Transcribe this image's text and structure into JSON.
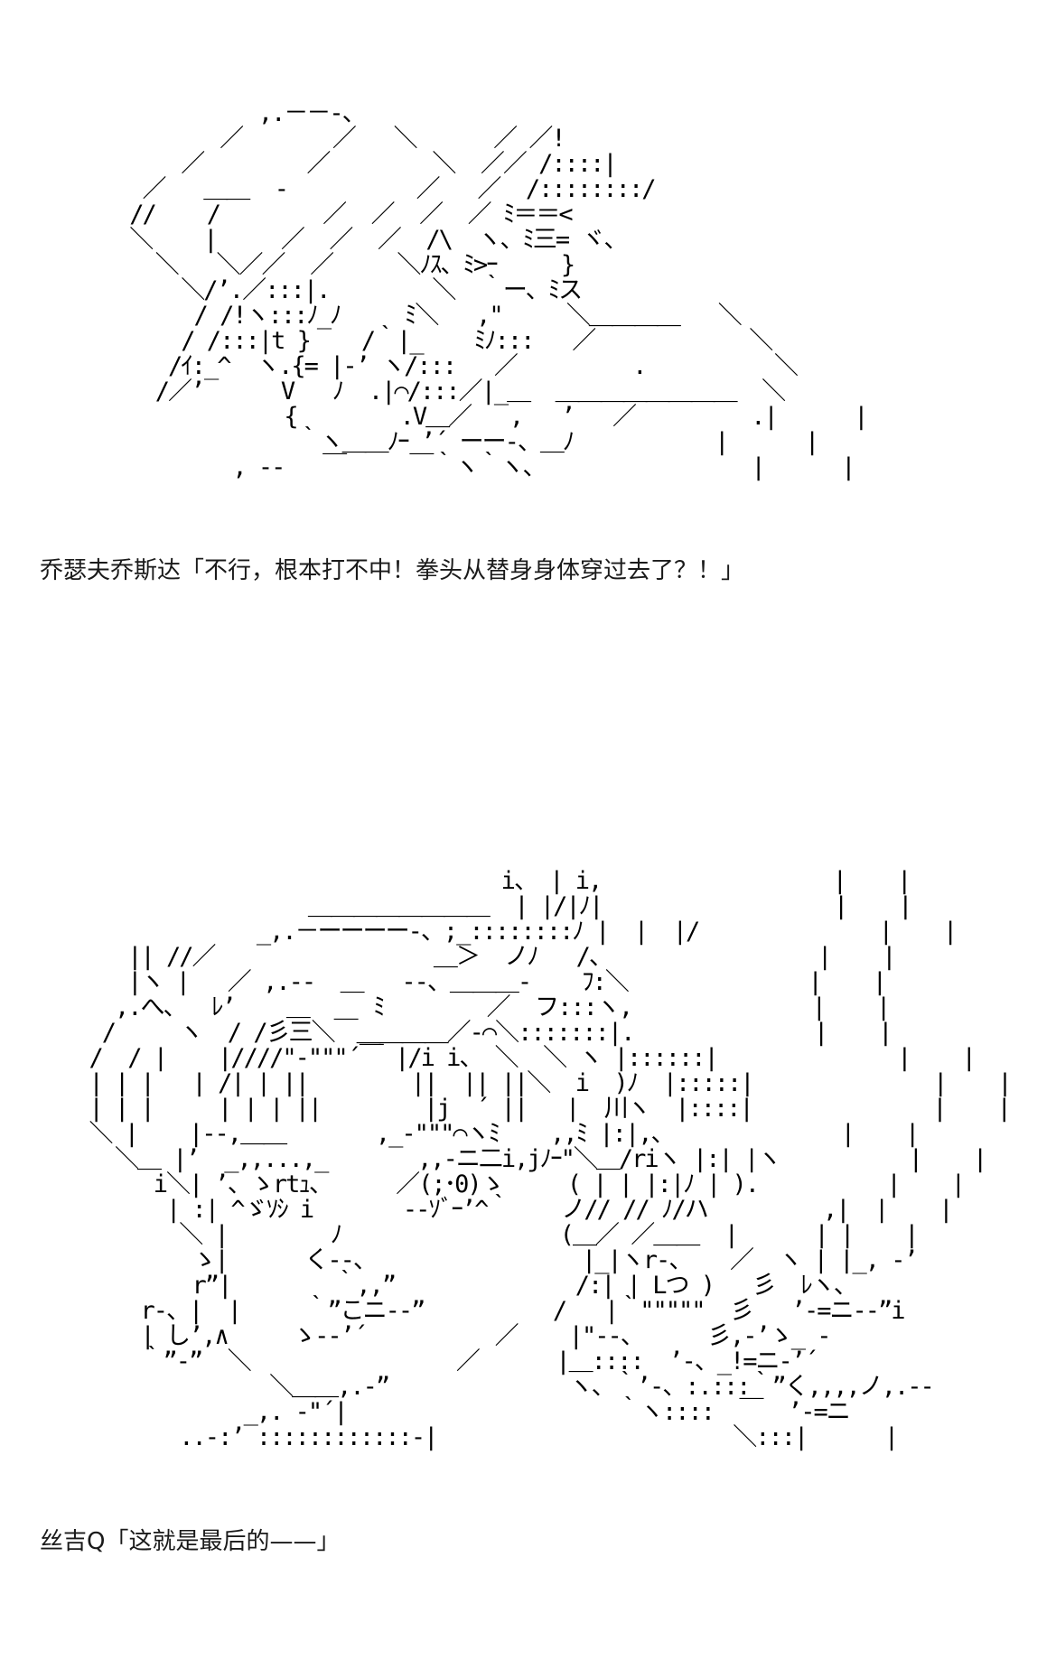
{
  "panels": [
    {
      "art": "               ,.－－-、\n            ／       ／   ＼      ／ ／!\n         ／        ／        ＼  ／／ /::::|\n      ／   ＿＿  -          ／   ／  /::::::::/\n     //    /        ／  ／  ／  ／ ﾐ＝＝<\n     ＼    |     ／  ／  ／  /\\  ヽ、ﾐ三= ヾ、\n       ＼   ＼／／  ／     ＼ﾉｽ、ﾐ>ｰ     }\n         ＼/’.／:::|.        ＼  ｀ー、ﾐス\n          / /!ヽ:::ﾉ_ﾉ     ﾐ＼   ,\"     ＼＿＿＿＿   ＼\n         / /:::|t }    /｀|_    ﾐﾉ:::   ／            ＼\n        /ｲ:_^  ヽ.{= |-’ ヽ/:::   ／         .          ＼\n       /／’      V   ﾉ  .|⌒/:::／|_＿  ＿＿＿＿＿＿＿＿  ＼\n                 {        .V＿／   ,   ’   ／         .|      |\n                  ｀ヽ＿＿ﾉｰ ’´ ーー-、＿ﾉ           |      |\n             , --   ￣     ￣｀ヽ｀ヽ、                |      |",
      "caption": "乔瑟夫乔斯达「不行，根本打不中！拳头从替身身体穿过去了？！」"
    },
    {
      "art": "                                  i、 | i,                  |    |\n                   ＿＿＿＿＿＿＿＿  | |/|ﾉ|                  |    |\n               _,.－ーーーー-、;_::::::::ﾉ |  |  |/              |    |\n     || //／                 ＿＞  ノﾉ   /、                |    |\n     |ヽ |   ／ ,.--  ＿   --、＿＿＿-    ﾌ:＼              |    |\n    ,.へ、  ﾚ’    ＿     ﾐ        ／  フ:::ヽ,              |    |\n   /     ヽ  / /彡三＼￣＿＿＿＿／-⌒＼:::::::|.              |    |\n  /  / |    |////\"-\"\"\"´￣ |/i i、 ＼  ＼ ヽ |::::::|              |    |\n  | | |   | /| | ||        ||  || ||＼  i  )ﾉ  |:::::|              |    |\n  | | |     | | | ||        |j  ´ ||   |  川ヽ  |::::|              |    |\n  ＼ |    |-‐,＿＿       ,_-\"\"\"⌒ヽﾐ    ,,ﾐ |:|,、             |    |\n    ＼＿ |’  _,,...,_       ,,-ニ二i,jﾉｰ\"＼＿/riヽ |:| |ヽ          |    |\n       i＼| ’、ゝrtｭ、     ／(;･0)ゝ     ( | | |:|ﾉ | ).          |    |\n        | :| ^ゞｿｼ i       --ｿﾞｰ’^｀    ノ// // ﾉ/ハ         ,|  |    |\n         ＼ |        ﾉ                 (＿／ ／＿＿  |      | |    |\n          ゝ|      く--、                |_|ヽr-、   ／  ヽ | |_, -’\n          r”|        ｀,,”              /:| | Lつ )   彡  ﾚヽ、\n      r-、|  |     ｀”こニ-‐”          /   |｀\"\"\"\"\"  彡   ’-=ニ--”i\n      | し’,∧     ゝ--’´          ／    |\"--、     彡,-’ゝ_ -\n      ｀”-”  ＼                ／      |＿::::  ’-、_!=ニ-’´\n                ＼＿＿,.-”              ヽ、｀’-、:.:::｀”く,,,,ノ,.--\n              _,. -\"´|                     ｀ヽ::::  ￣  ’-=ニ\n         ..-:’ ::::::::::::-|                       ＼:::|      |",
      "caption": "丝吉Q「这就是最后的——」"
    }
  ],
  "colors": {
    "background": "#ffffff",
    "text": "#000000",
    "caption": "#1a1a1a"
  }
}
